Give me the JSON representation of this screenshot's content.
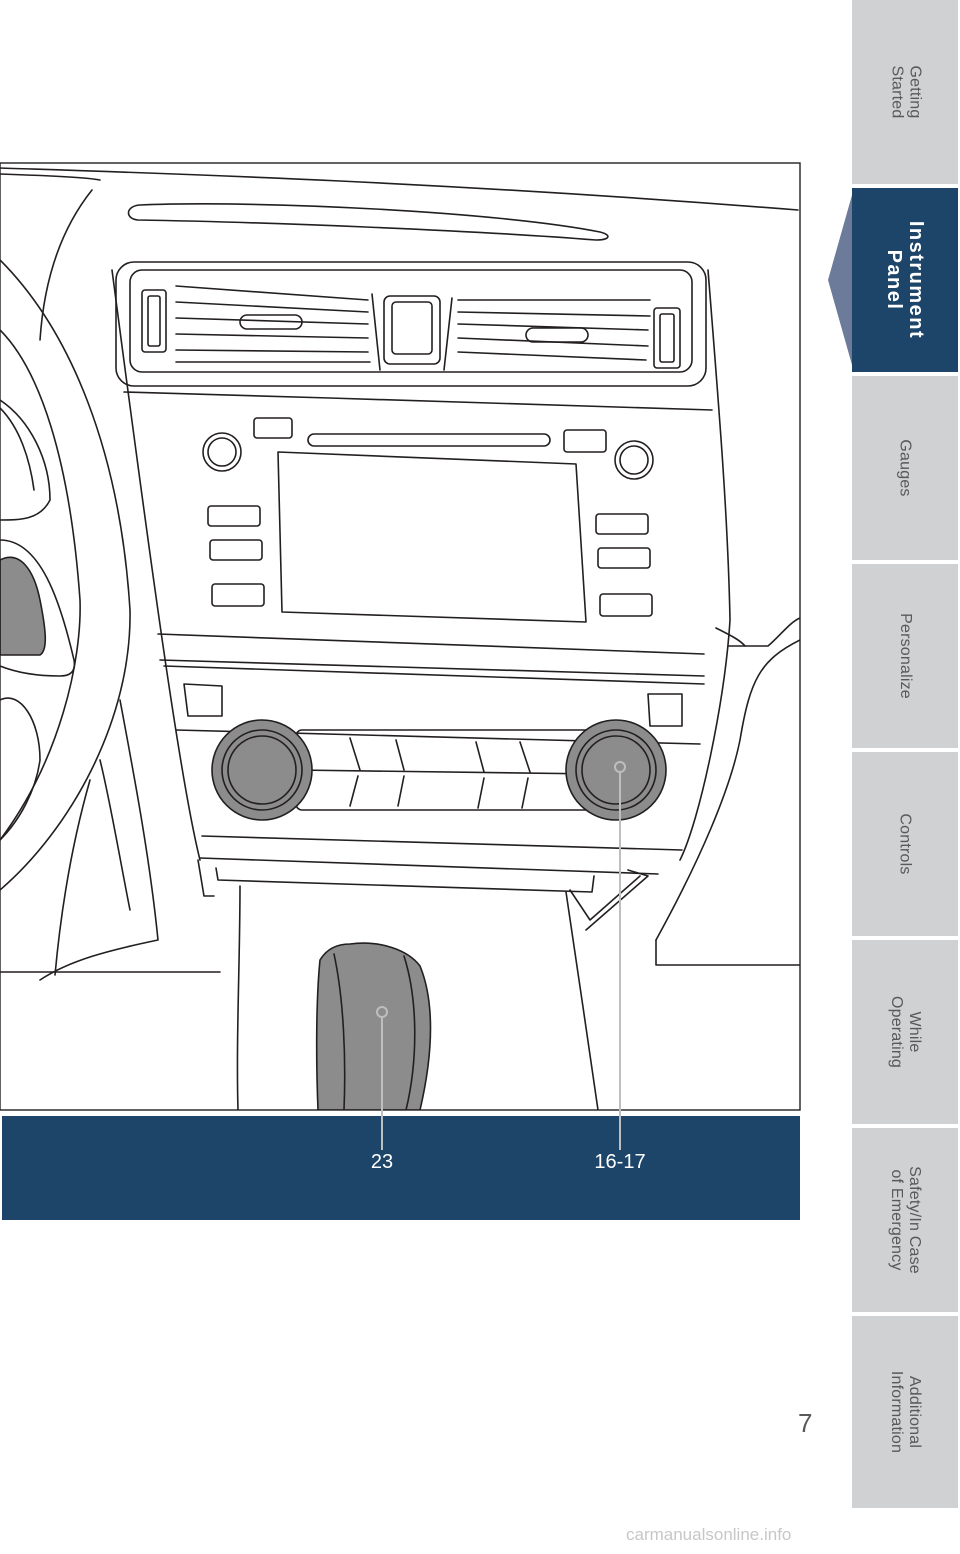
{
  "callouts": [
    {
      "label": "23"
    },
    {
      "label": "16-17"
    }
  ],
  "sidebar": {
    "tabs": [
      {
        "label": "Getting\nStarted",
        "active": false
      },
      {
        "label": "Instrument\nPanel",
        "active": true
      },
      {
        "label": "Gauges",
        "active": false
      },
      {
        "label": "Personalize",
        "active": false
      },
      {
        "label": "Controls",
        "active": false
      },
      {
        "label": "While\nOperating",
        "active": false
      },
      {
        "label": "Safety/In Case\nof Emergency",
        "active": false
      },
      {
        "label": "Additional\nInformation",
        "active": false
      }
    ]
  },
  "page": {
    "number": "7"
  },
  "watermark": {
    "text": "carmanualsonline.info"
  },
  "colors": {
    "accent": "#1d4569",
    "tab_inactive": "#d0d1d2",
    "tab_text": "#58595b",
    "knob_gray": "#8c8c8c"
  }
}
